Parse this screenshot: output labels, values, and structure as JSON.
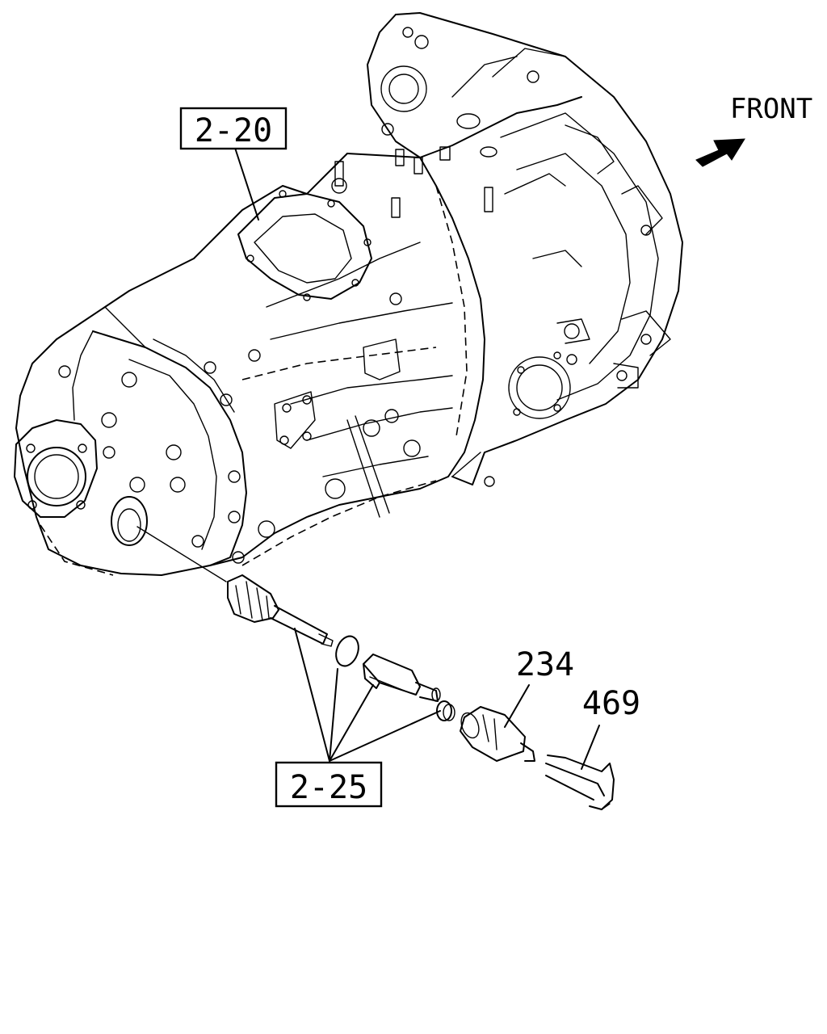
{
  "orientation_label": "FRONT",
  "callouts": {
    "ref_2_20": "2-20",
    "ref_2_25": "2-25",
    "part_234": "234",
    "part_469": "469"
  },
  "colors": {
    "ink": "#000000",
    "background": "#ffffff"
  },
  "icons": {
    "direction_arrow": "arrow-front-icon"
  }
}
